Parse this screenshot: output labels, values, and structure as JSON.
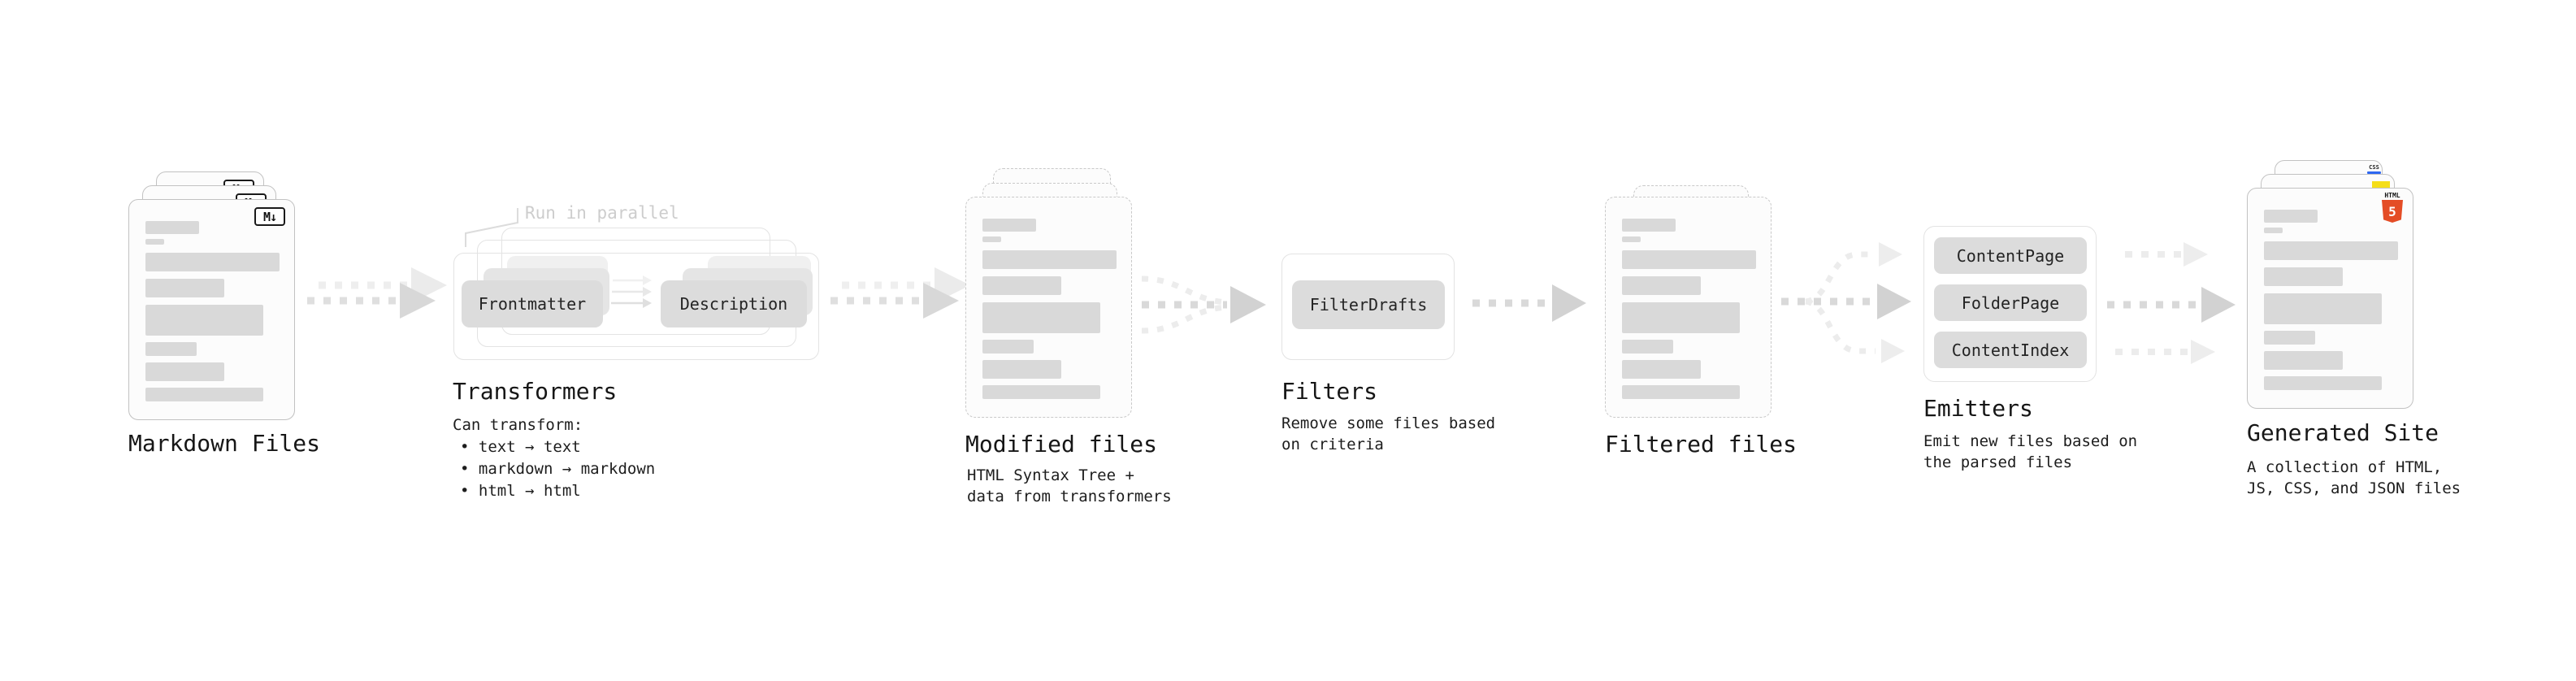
{
  "stages": {
    "markdown": {
      "label": "Markdown Files",
      "badge": "M↓"
    },
    "transformers": {
      "label": "Transformers",
      "annotation": "Run in parallel",
      "chip_left": "Frontmatter",
      "chip_right": "Description",
      "desc_title": "Can transform:",
      "bullets": [
        "• text → text",
        "• markdown → markdown",
        "• html → html"
      ]
    },
    "modified": {
      "label": "Modified files",
      "desc": [
        "HTML Syntax Tree +",
        "data from transformers"
      ]
    },
    "filters": {
      "label": "Filters",
      "chip": "FilterDrafts",
      "desc": [
        "Remove some files based",
        "on criteria"
      ]
    },
    "filtered": {
      "label": "Filtered files"
    },
    "emitters": {
      "label": "Emitters",
      "chips": [
        "ContentPage",
        "FolderPage",
        "ContentIndex"
      ],
      "desc": [
        "Emit new files based on",
        "the parsed files"
      ]
    },
    "generated": {
      "label": "Generated Site",
      "desc": [
        "A collection of HTML,",
        "JS, CSS, and JSON files"
      ],
      "html5_icon": {
        "word": "HTML",
        "numeral": "5"
      },
      "css_icon_label": "CSS"
    }
  },
  "colors": {
    "html5_orange": "#e44d26",
    "js_yellow": "#f5de19",
    "css_blue": "#2d67f1",
    "skeleton_bar": "#d9d9d9",
    "chip_gray": "#dcdcdc"
  }
}
